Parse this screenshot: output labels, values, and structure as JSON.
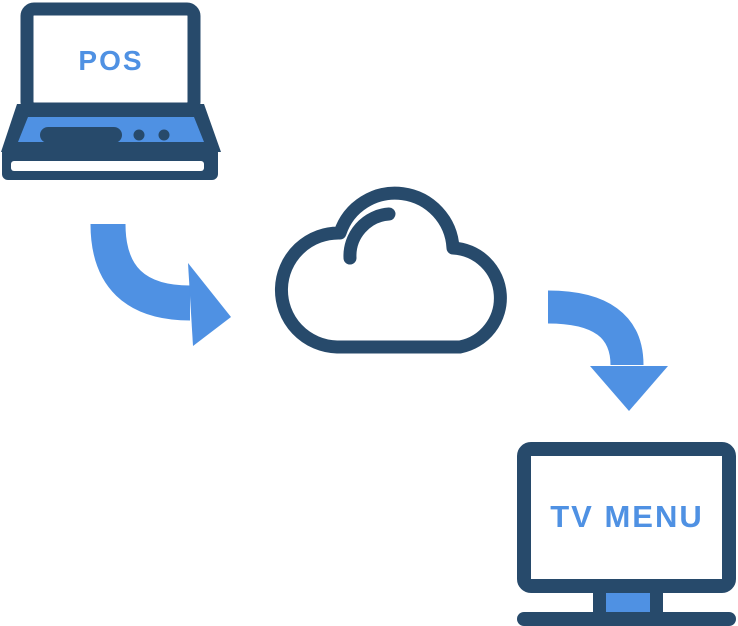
{
  "diagram": {
    "type": "flow-diagram",
    "colors": {
      "outline_navy": "#274a6b",
      "accent_blue": "#4f91e3",
      "background": "#ffffff"
    },
    "nodes": [
      {
        "id": "pos-laptop",
        "icon": "laptop-icon",
        "label": "POS"
      },
      {
        "id": "cloud",
        "icon": "cloud-icon",
        "label": ""
      },
      {
        "id": "tv",
        "icon": "tv-icon",
        "label": "TV MENU"
      }
    ],
    "connections": [
      {
        "from": "pos-laptop",
        "to": "cloud",
        "icon": "curved-arrow-icon",
        "direction": "down-then-right"
      },
      {
        "from": "cloud",
        "to": "tv",
        "icon": "curved-arrow-icon",
        "direction": "right-then-down"
      }
    ]
  }
}
